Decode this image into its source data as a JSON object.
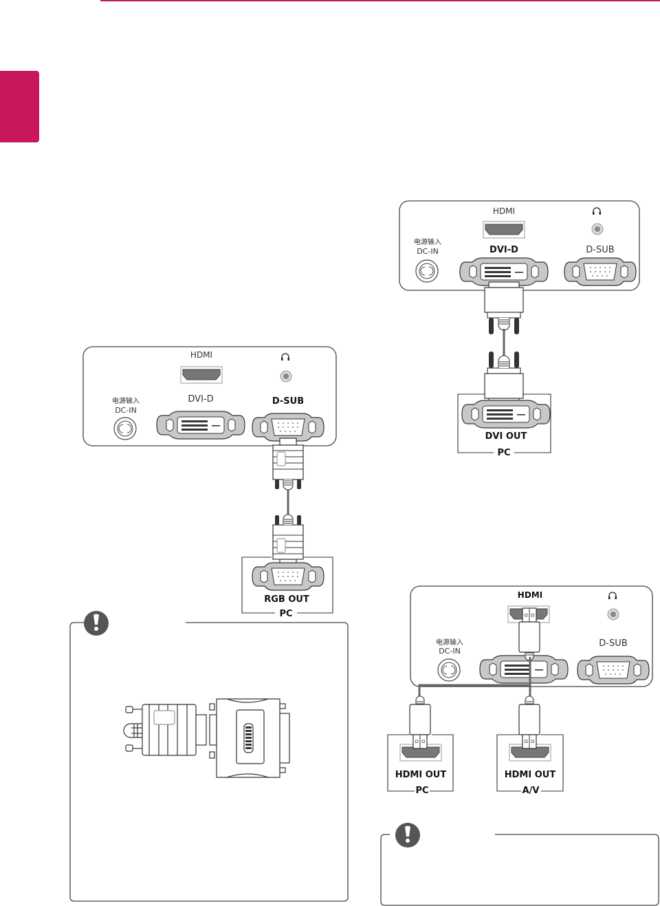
{
  "page": {
    "accent_color": "#c8175d"
  },
  "diagram_dsub": {
    "monitor_ports": {
      "hdmi": "HDMI",
      "headphone_icon": "headphone-icon",
      "dc_in_cn": "电源输入",
      "dc_in": "DC-IN",
      "dvi_d": "DVI-D",
      "d_sub": "D-SUB"
    },
    "highlighted_port": "D-SUB",
    "pc_port": "RGB OUT",
    "pc_label": "PC"
  },
  "diagram_dvi": {
    "monitor_ports": {
      "hdmi": "HDMI",
      "headphone_icon": "headphone-icon",
      "dc_in_cn": "电源输入",
      "dc_in": "DC-IN",
      "dvi_d": "DVI-D",
      "d_sub": "D-SUB"
    },
    "highlighted_port": "DVI-D",
    "pc_port": "DVI OUT",
    "pc_label": "PC"
  },
  "diagram_hdmi": {
    "monitor_ports": {
      "hdmi": "HDMI",
      "headphone_icon": "headphone-icon",
      "dc_in_cn": "电源输入",
      "dc_in": "DC-IN",
      "d_sub": "D-SUB"
    },
    "highlighted_port": "HDMI",
    "sources": [
      {
        "port": "HDMI OUT",
        "label": "PC"
      },
      {
        "port": "HDMI OUT",
        "label": "A/V"
      }
    ]
  },
  "notes": [
    {
      "icon": "caution-icon",
      "illustration": "vga-to-dvi-adapter"
    },
    {
      "icon": "caution-icon"
    }
  ]
}
